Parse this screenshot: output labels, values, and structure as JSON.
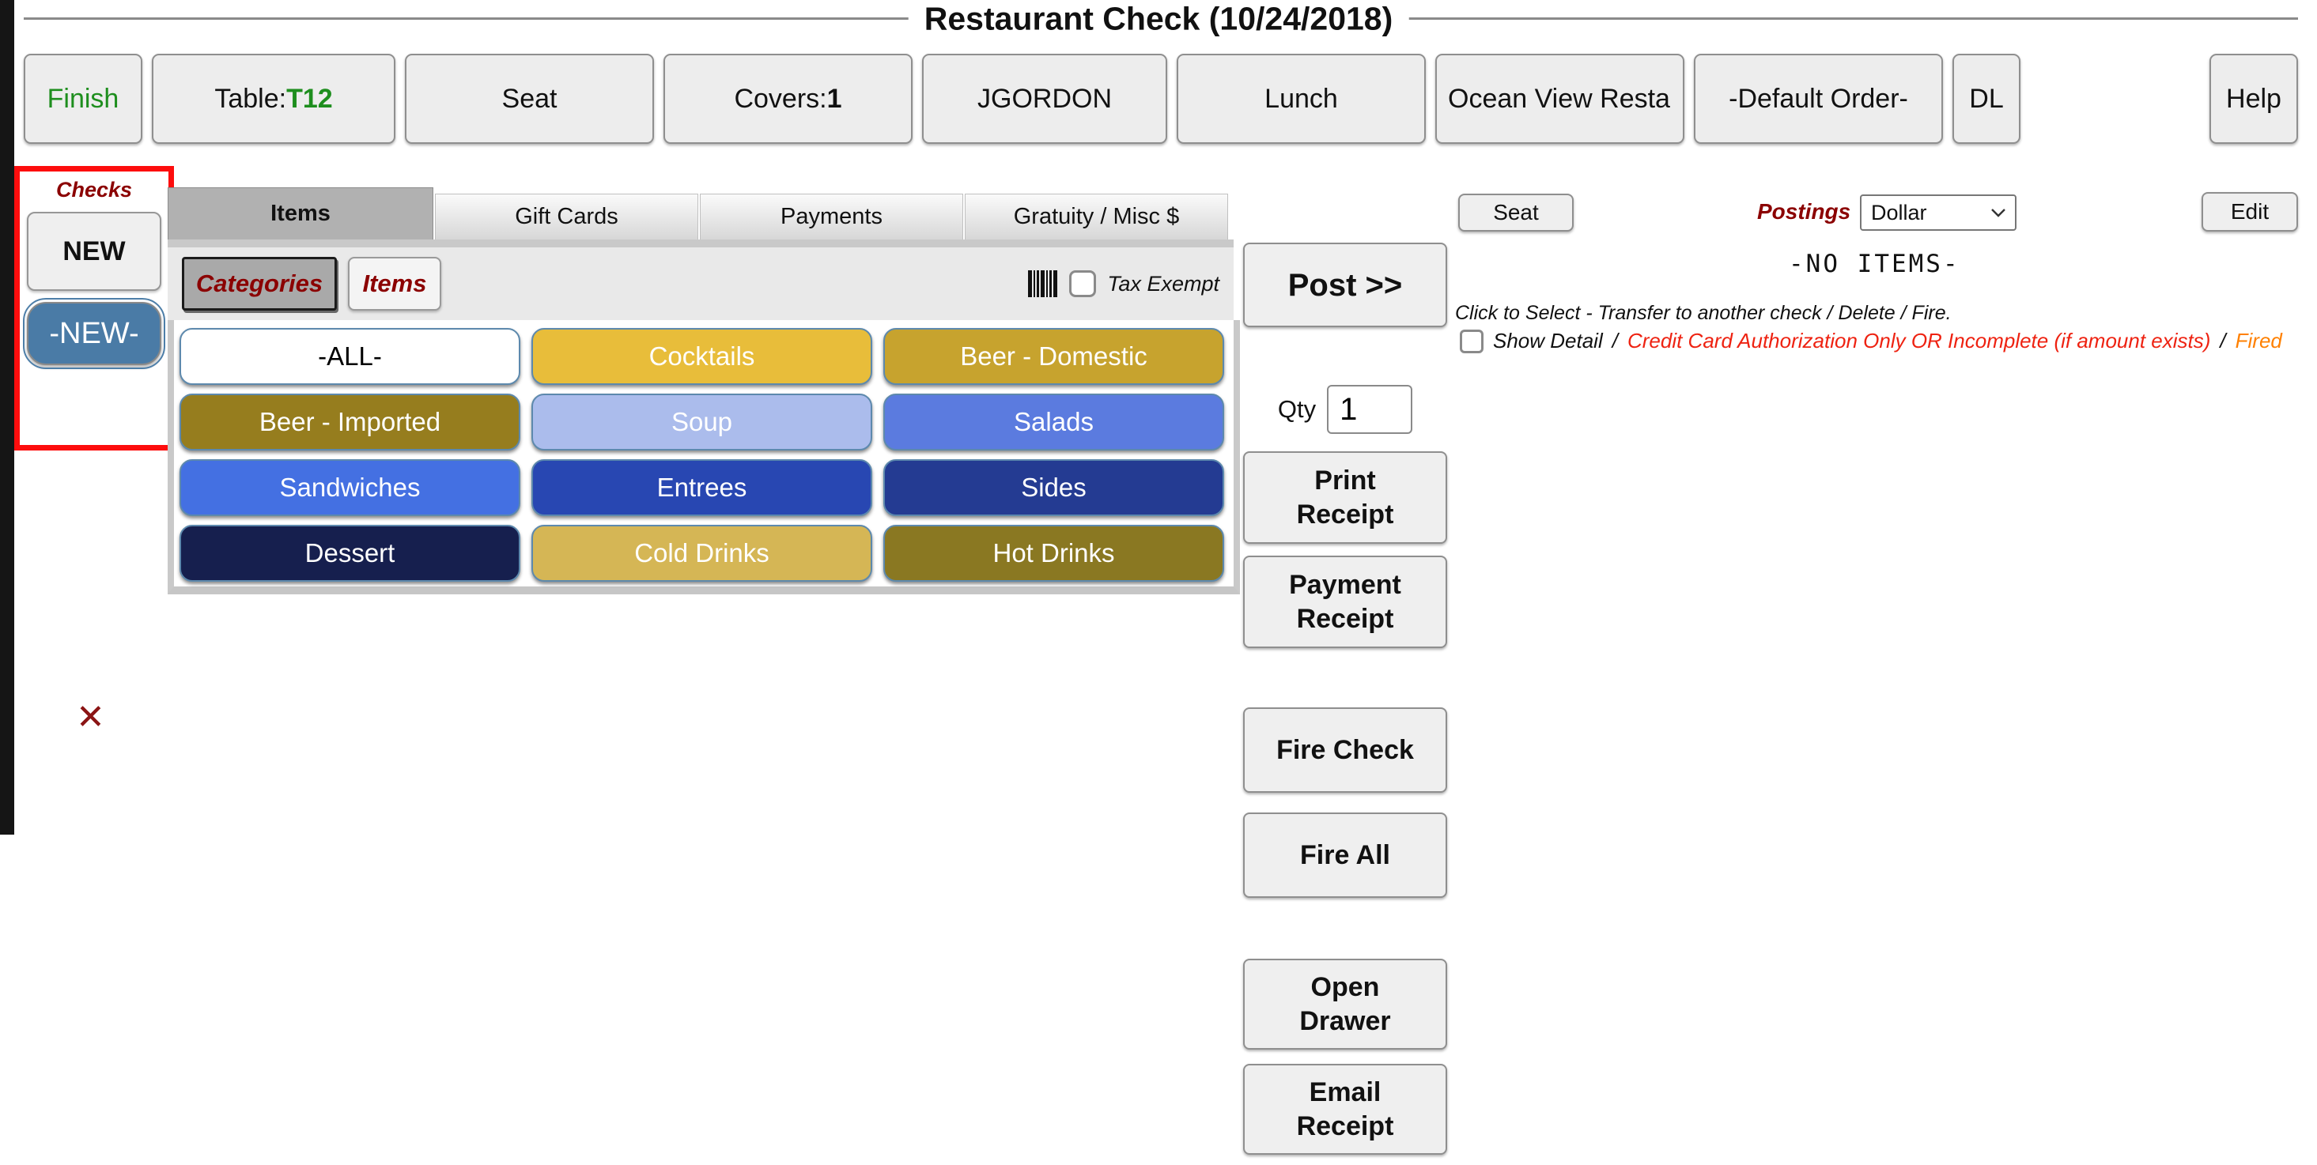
{
  "title": "Restaurant Check (10/24/2018)",
  "toolbar": {
    "finish": "Finish",
    "table": {
      "prefix": "Table: ",
      "value": "T12"
    },
    "seat": "Seat",
    "covers": {
      "prefix": "Covers: ",
      "value": "1"
    },
    "server": "JGORDON",
    "meal_period": "Lunch",
    "venue": "Ocean View Resta",
    "order_type": "-Default Order-",
    "dl": "DL",
    "help": "Help"
  },
  "checks": {
    "heading": "Checks",
    "new_button": "NEW",
    "selected_check": "-NEW-",
    "delete_icon": "✕"
  },
  "tabs": {
    "items": "Items",
    "gift_cards": "Gift Cards",
    "payments": "Payments",
    "gratuity": "Gratuity / Misc $"
  },
  "items_tab": {
    "categories_button": "Categories",
    "items_button": "Items",
    "tax_exempt": "Tax Exempt",
    "categories": [
      {
        "label": "-ALL-",
        "bg": "#ffffff",
        "fg": "#000000"
      },
      {
        "label": "Cocktails",
        "bg": "#e8bd3a",
        "fg": "#ffffff"
      },
      {
        "label": "Beer - Domestic",
        "bg": "#c7a32e",
        "fg": "#ffffff"
      },
      {
        "label": "Beer - Imported",
        "bg": "#967d1e",
        "fg": "#ffffff"
      },
      {
        "label": "Soup",
        "bg": "#abbcec",
        "fg": "#ffffff"
      },
      {
        "label": "Salads",
        "bg": "#5b7bdf",
        "fg": "#ffffff"
      },
      {
        "label": "Sandwiches",
        "bg": "#4470e2",
        "fg": "#ffffff"
      },
      {
        "label": "Entrees",
        "bg": "#2847b2",
        "fg": "#ffffff"
      },
      {
        "label": "Sides",
        "bg": "#243b92",
        "fg": "#ffffff"
      },
      {
        "label": "Dessert",
        "bg": "#161f4e",
        "fg": "#ffffff"
      },
      {
        "label": "Cold Drinks",
        "bg": "#d5b655",
        "fg": "#ffffff"
      },
      {
        "label": "Hot Drinks",
        "bg": "#8a7822",
        "fg": "#ffffff"
      }
    ]
  },
  "actions": {
    "post": "Post >>",
    "qty_label": "Qty",
    "qty_value": "1",
    "print_receipt": "Print Receipt",
    "payment_receipt": "Payment Receipt",
    "fire_check": "Fire Check",
    "fire_all": "Fire All",
    "open_drawer": "Open Drawer",
    "email_receipt": "Email Receipt"
  },
  "check_panel": {
    "seat_button": "Seat",
    "postings_label": "Postings",
    "postings_value": "Dollar",
    "edit_button": "Edit",
    "empty_message": "-NO ITEMS-",
    "hint": "Click to Select - Transfer to another check / Delete / Fire.",
    "show_detail": "Show Detail",
    "separator": "/",
    "legend_auth": "Credit Card Authorization Only OR Incomplete (if amount exists)",
    "legend_fired": "Fired"
  },
  "colors": {
    "accent_dark_red": "#8b0000",
    "success_green": "#1e8e1e",
    "selected_check_blue": "#4a7ba6",
    "alert_red": "#ee2211",
    "fired_orange": "#ff8000",
    "highlight_box_red": "#fd0d0d"
  }
}
